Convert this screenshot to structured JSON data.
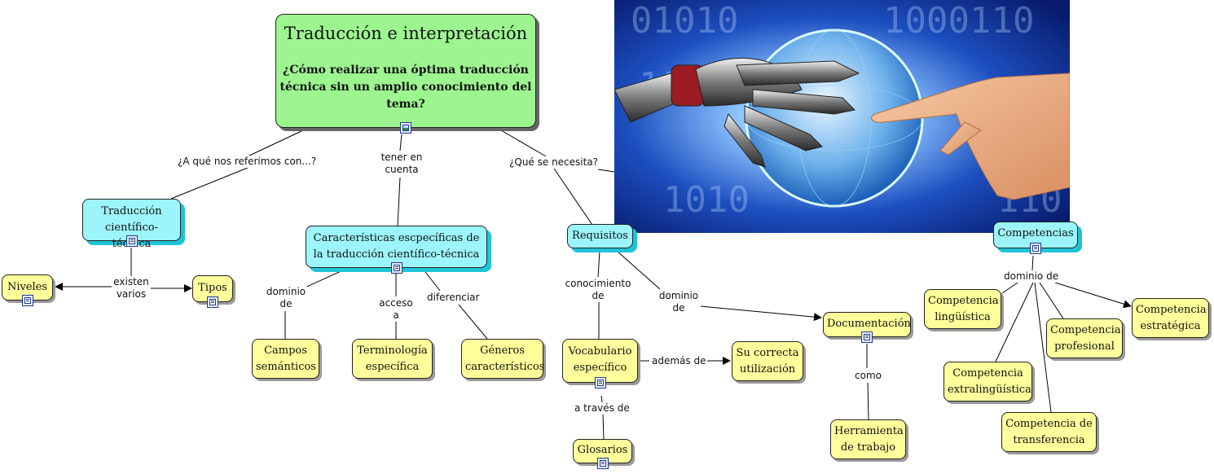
{
  "main_node": {
    "title": "Traducción e interpretación",
    "question": "¿Cómo realizar una óptima traducción técnica sin un amplio conocimiento del tema?"
  },
  "nodes": {
    "traduccion": "Traducción científico- técnica",
    "niveles": "Niveles",
    "tipos": "Tipos",
    "caracteristicas": "Características escpecíficas de la traducción científico-técnica",
    "campos": "Campos semánticos",
    "terminologia": "Terminología específica",
    "generos": "Géneros característicos",
    "requisitos": "Requisitos",
    "vocabulario": "Vocabulario específico",
    "utilizacion": "Su correcta utilización",
    "glosarios": "Glosarios",
    "documentacion": "Documentación",
    "herramienta": "Herramienta de trabajo",
    "competencias": "Competencias",
    "comp_linguistica": "Competencia lingüística",
    "comp_extra": "Competencia extralingüística",
    "comp_profesional": "Competencia profesional",
    "comp_transferencia": "Competencia de transferencia",
    "comp_estrategica": "Competencia estratégica"
  },
  "link_labels": {
    "referimos": "¿A qué nos referimos con...?",
    "tener_cuenta": "tener en cuenta",
    "que_necesita": "¿Qué se necesita?",
    "existen_varios": "existen varios",
    "dominio_de_1": "dominio de",
    "acceso_a": "acceso a",
    "diferenciar": "diferenciar",
    "conocimiento_de": "conocimiento de",
    "dominio_de_2": "dominio de",
    "ademas_de": "además de",
    "a_traves_de": "a través de",
    "como": "como",
    "dominio_de_3": "dominio de"
  },
  "image": {
    "subject": "robot hand reaching toward human hand over globe with binary digits"
  },
  "colors": {
    "main_node": "#9cf58f",
    "concept_node": "#ffff9c",
    "highlight_node": "#9cf5fb",
    "image_bg": "#0a2a8a"
  }
}
